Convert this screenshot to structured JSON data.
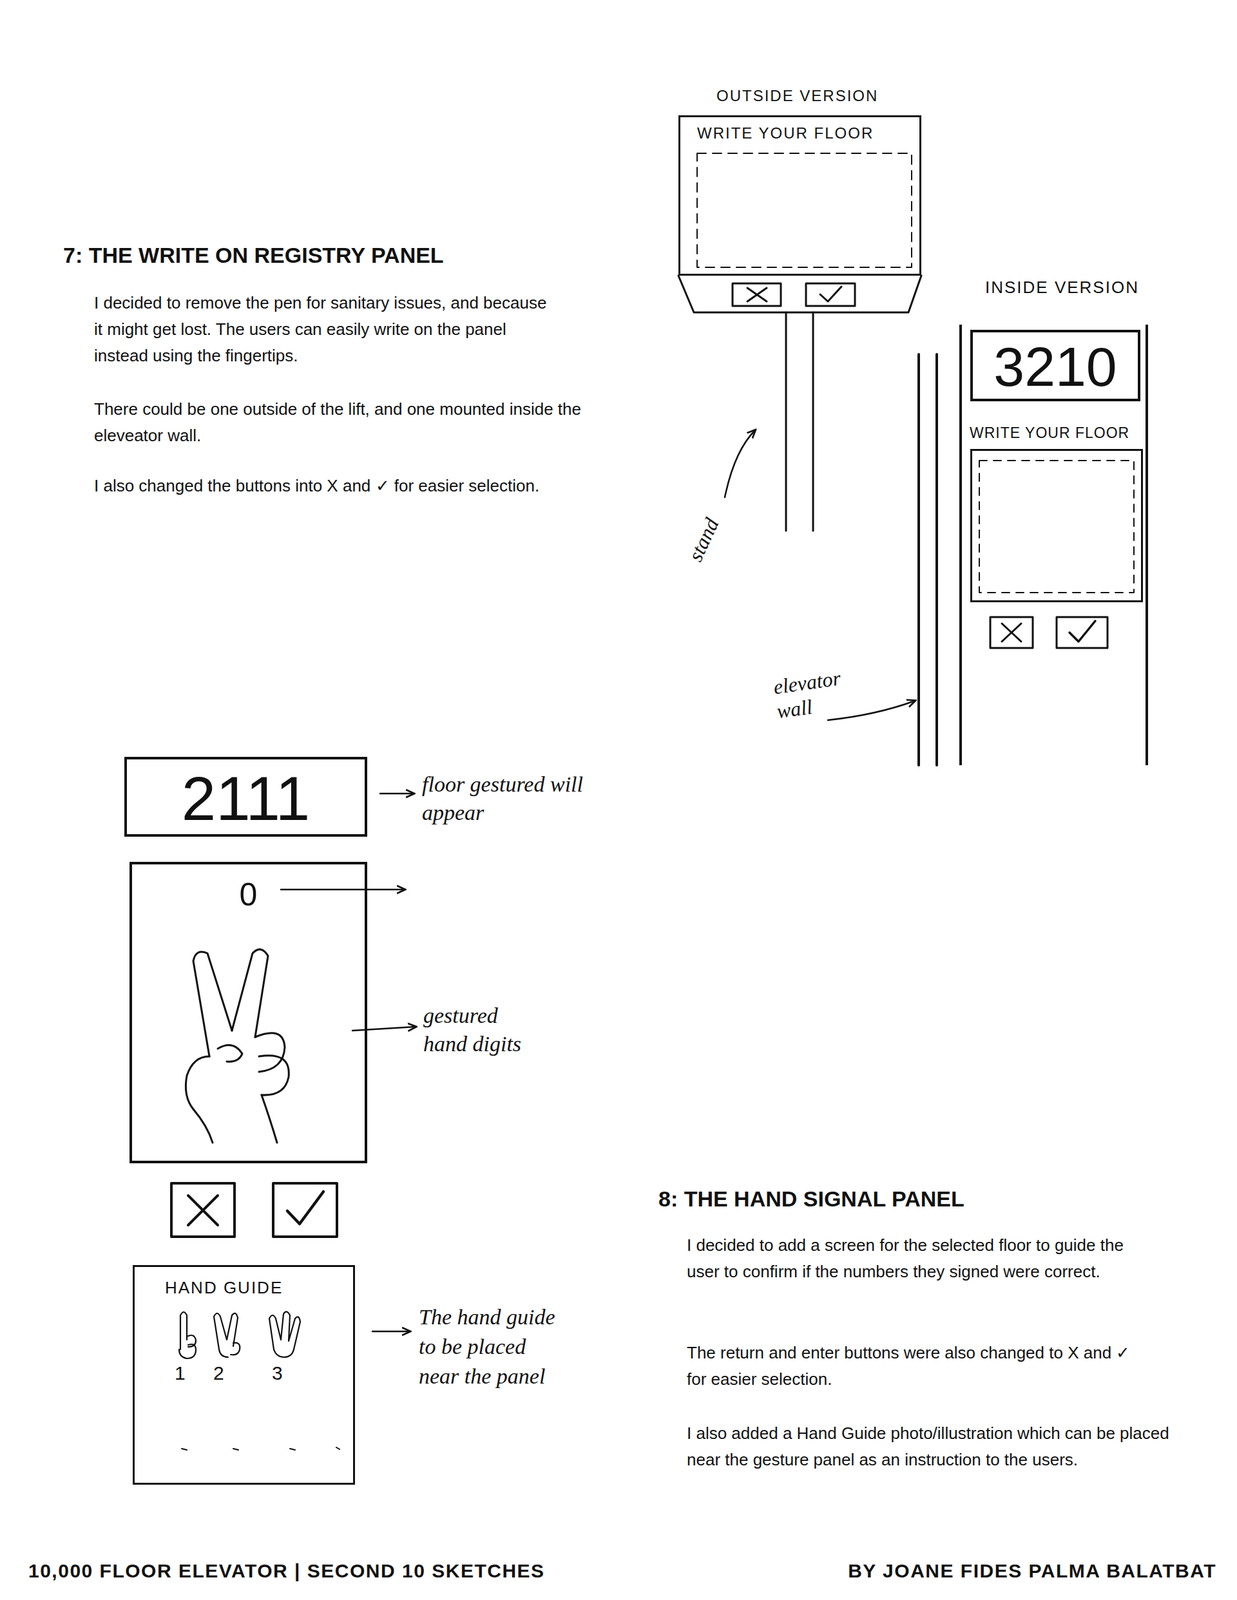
{
  "diagram": {
    "nodes": [
      {
        "text": [
          "OUTSIDE VERSION",
          "WRITE YOUR FLOOR"
        ]
      },
      {
        "text": [
          "INSIDE VERSION"
        ]
      },
      {
        "text": [
          "3210"
        ],
        "in": 1
      },
      {
        "text": [
          "WRITE YOUR FLOOR"
        ],
        "in": 1
      },
      {
        "text": [
          "2111"
        ]
      },
      {
        "text": [
          "0"
        ]
      },
      {
        "text": [
          "HAND GUIDE",
          "1",
          "2",
          "3"
        ]
      }
    ],
    "labels": [
      "7: THE WRITE ON REGISTRY PANEL",
      "I decided to remove the pen for sanitary issues, and because it might get lost. The users can easily write on the panel instead using the fingertips.",
      "There could be one outside of the lift, and one mounted inside the eleveator wall.",
      "I also changed the buttons into X and ✓ for easier selection.",
      "stand",
      "elevator wall",
      "floor gestured will appear",
      "gestured hand digits",
      "The hand guide to be placed near the panel",
      "8: THE HAND SIGNAL PANEL",
      "I decided to add a screen for the selected floor to guide the user to confirm if the numbers they signed were correct.",
      "The return and enter buttons were also changed to X and ✓ for easier selection.",
      "I also added a Hand Guide photo/illustration which can be placed near the gesture panel as an instruction to the users.",
      "10,000 FLOOR ELEVATOR | SECOND 10 SKETCHES",
      "BY JOANE FIDES PALMA BALATBAT"
    ]
  }
}
